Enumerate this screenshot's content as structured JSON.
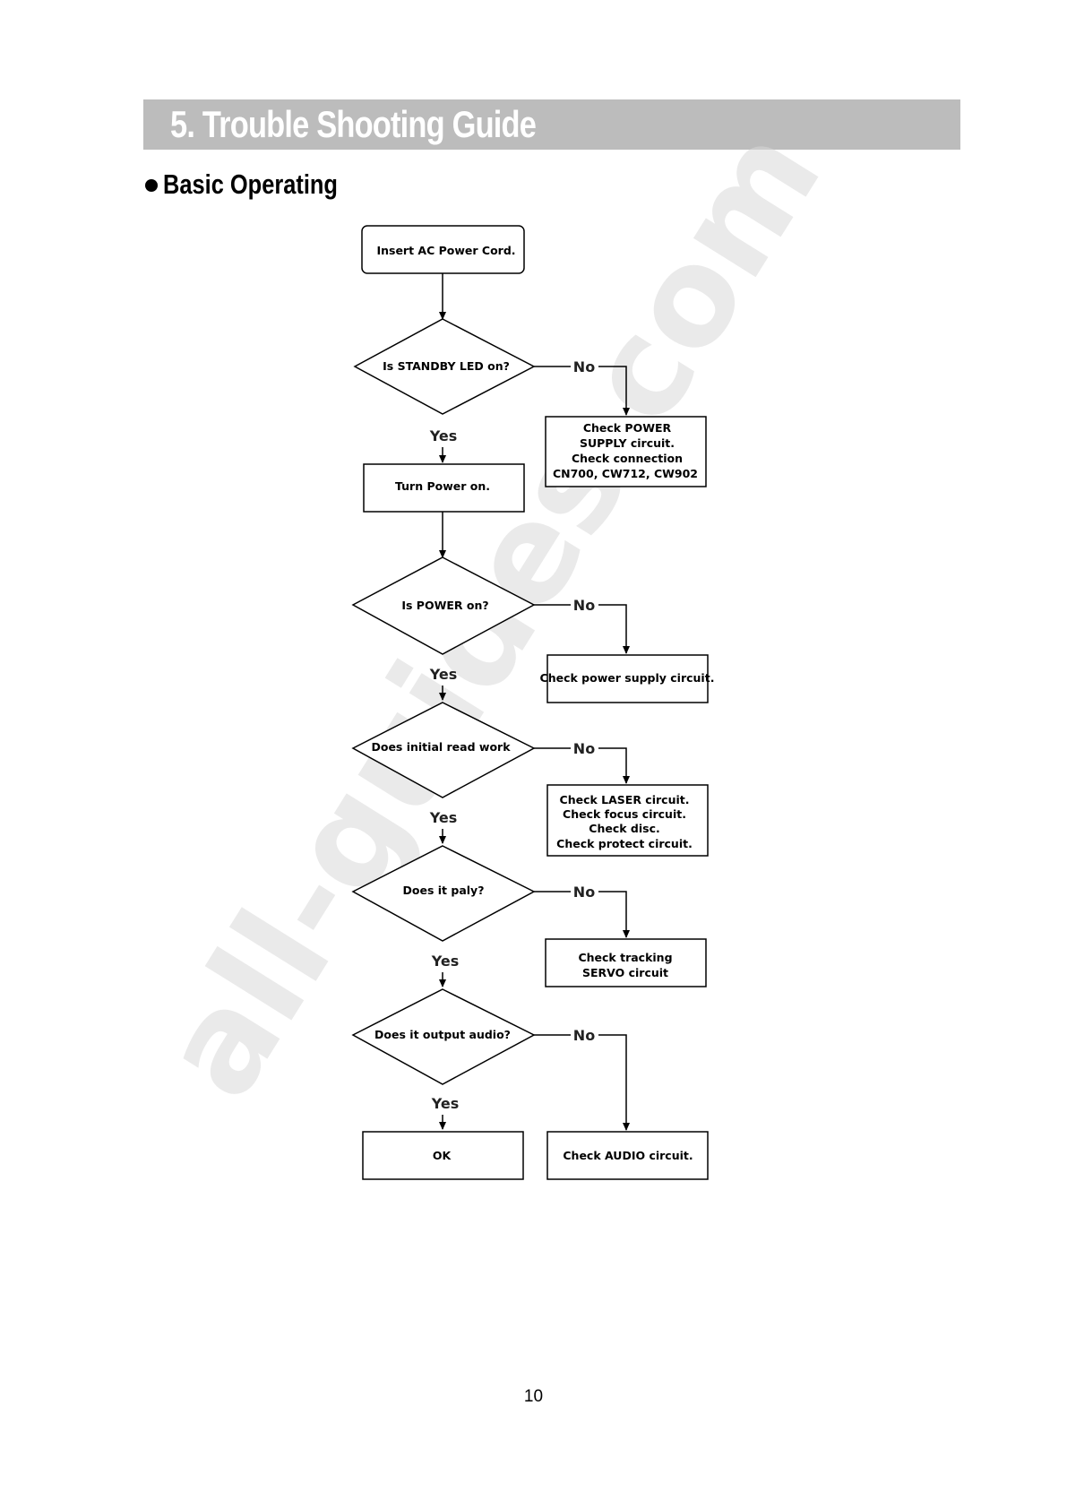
{
  "header": {
    "title": "5. Trouble Shooting Guide"
  },
  "section": {
    "title": "Basic Operating"
  },
  "watermark": {
    "text": "all-guides.com"
  },
  "page_number": "10",
  "flow": {
    "start": "Insert AC Power Cord.",
    "q1": "Is STANDBY LED on?",
    "q1_no": "No",
    "q1_yes": "Yes",
    "r1_lines": [
      "Check POWER",
      "SUPPLY circuit.",
      "Check connection",
      "CN700, CW712, CW902"
    ],
    "step_power_on": "Turn Power on.",
    "q2": "Is POWER on?",
    "q2_no": "No",
    "q2_yes": "Yes",
    "r2": "Check power supply circuit.",
    "q3": "Does initial read work",
    "q3_no": "No",
    "q3_yes": "Yes",
    "r3_lines": [
      "Check LASER circuit.",
      "Check focus circuit.",
      "Check disc.",
      "Check protect circuit."
    ],
    "q4": "Does it paly?",
    "q4_no": "No",
    "q4_yes": "Yes",
    "r4_lines": [
      "Check tracking",
      "SERVO circuit"
    ],
    "q5": "Does it output audio?",
    "q5_no": "No",
    "q5_yes": "Yes",
    "end_ok": "OK",
    "r5": "Check AUDIO circuit."
  }
}
